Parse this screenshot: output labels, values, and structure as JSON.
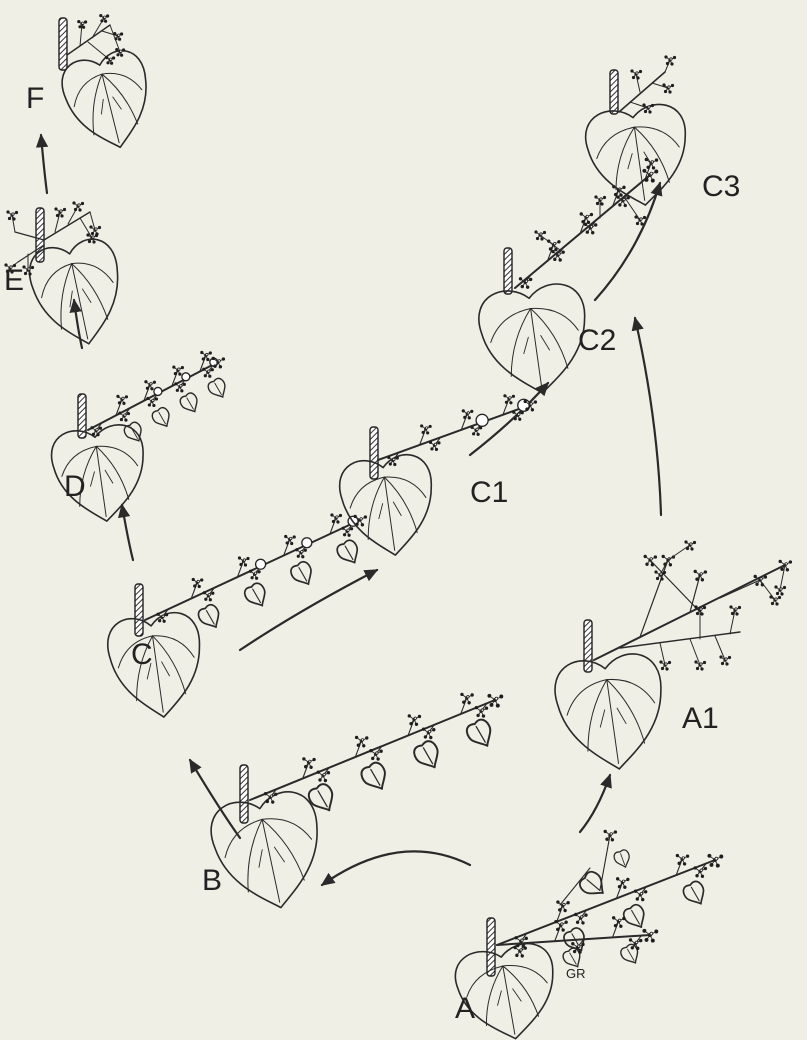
{
  "diagram": {
    "stages": [
      {
        "id": "A",
        "label": "A",
        "annotation": "GR"
      },
      {
        "id": "A1",
        "label": "A1"
      },
      {
        "id": "B",
        "label": "B"
      },
      {
        "id": "C",
        "label": "C"
      },
      {
        "id": "C1",
        "label": "C1"
      },
      {
        "id": "C2",
        "label": "C2"
      },
      {
        "id": "C3",
        "label": "C3"
      },
      {
        "id": "D",
        "label": "D"
      },
      {
        "id": "E",
        "label": "E"
      },
      {
        "id": "F",
        "label": "F"
      }
    ],
    "transitions": [
      {
        "from": "A",
        "to": "B"
      },
      {
        "from": "A",
        "to": "A1"
      },
      {
        "from": "B",
        "to": "C"
      },
      {
        "from": "C",
        "to": "D"
      },
      {
        "from": "C",
        "to": "C1"
      },
      {
        "from": "C1",
        "to": "C2"
      },
      {
        "from": "A1",
        "to": "C2"
      },
      {
        "from": "C2",
        "to": "C3"
      },
      {
        "from": "D",
        "to": "E"
      },
      {
        "from": "E",
        "to": "F"
      }
    ]
  }
}
